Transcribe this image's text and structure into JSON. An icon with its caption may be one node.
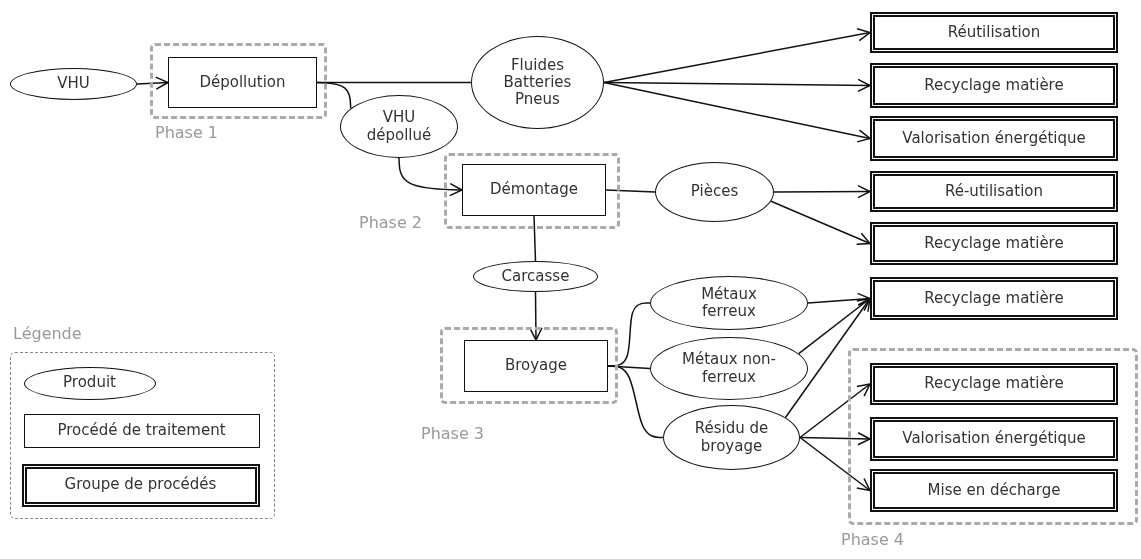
{
  "diagram": {
    "nodes": [
      {
        "text": [
          "VHU"
        ]
      },
      {
        "text": [
          "Phase 1"
        ]
      },
      {
        "text": [
          "Dépollution"
        ],
        "in": 1
      },
      {
        "text": [
          "Fluides Batteries Pneus"
        ]
      },
      {
        "text": [
          "VHU dépollué"
        ]
      },
      {
        "text": [
          "Phase 2"
        ]
      },
      {
        "text": [
          "Démontage"
        ],
        "in": 5
      },
      {
        "text": [
          "Pièces"
        ]
      },
      {
        "text": [
          "Carcasse"
        ]
      },
      {
        "text": [
          "Phase 3"
        ]
      },
      {
        "text": [
          "Broyage"
        ],
        "in": 9
      },
      {
        "text": [
          "Métaux ferreux"
        ]
      },
      {
        "text": [
          "Métaux non-ferreux"
        ]
      },
      {
        "text": [
          "Résidu de broyage"
        ]
      },
      {
        "text": [
          "Réutilisation"
        ]
      },
      {
        "text": [
          "Recyclage matière"
        ]
      },
      {
        "text": [
          "Valorisation énergétique"
        ]
      },
      {
        "text": [
          "Ré-utilisation"
        ]
      },
      {
        "text": [
          "Recyclage matière"
        ]
      },
      {
        "text": [
          "Recyclage matière"
        ]
      },
      {
        "text": [
          "Phase 4"
        ]
      },
      {
        "text": [
          "Recyclage matière"
        ],
        "in": 20
      },
      {
        "text": [
          "Valorisation énergétique"
        ],
        "in": 20
      },
      {
        "text": [
          "Mise en décharge"
        ],
        "in": 20
      },
      {
        "text": [
          "Légende"
        ]
      },
      {
        "text": [
          "Produit"
        ],
        "in": 24
      },
      {
        "text": [
          "Procédé de traitement"
        ],
        "in": 24
      },
      {
        "text": [
          "Groupe de procédés"
        ],
        "in": 24
      }
    ],
    "edges": [
      {
        "from": 0,
        "to": 2,
        "arrow": "to"
      },
      {
        "from": 2,
        "to": 3,
        "arrow": "none"
      },
      {
        "from": 2,
        "to": 4,
        "arrow": "none"
      },
      {
        "from": 4,
        "to": 6,
        "arrow": "to"
      },
      {
        "from": 3,
        "to": 14,
        "arrow": "to"
      },
      {
        "from": 3,
        "to": 15,
        "arrow": "to"
      },
      {
        "from": 3,
        "to": 16,
        "arrow": "to"
      },
      {
        "from": 6,
        "to": 7,
        "arrow": "none"
      },
      {
        "from": 6,
        "to": 8,
        "arrow": "none"
      },
      {
        "from": 7,
        "to": 17,
        "arrow": "to"
      },
      {
        "from": 7,
        "to": 18,
        "arrow": "to"
      },
      {
        "from": 8,
        "to": 10,
        "arrow": "to"
      },
      {
        "from": 10,
        "to": 11,
        "arrow": "none"
      },
      {
        "from": 10,
        "to": 12,
        "arrow": "none"
      },
      {
        "from": 10,
        "to": 13,
        "arrow": "none"
      },
      {
        "from": 11,
        "to": 19,
        "arrow": "to"
      },
      {
        "from": 12,
        "to": 19,
        "arrow": "to"
      },
      {
        "from": 13,
        "to": 19,
        "arrow": "to"
      },
      {
        "from": 13,
        "to": 21,
        "arrow": "to"
      },
      {
        "from": 13,
        "to": 22,
        "arrow": "to"
      },
      {
        "from": 13,
        "to": 23,
        "arrow": "to"
      }
    ]
  }
}
